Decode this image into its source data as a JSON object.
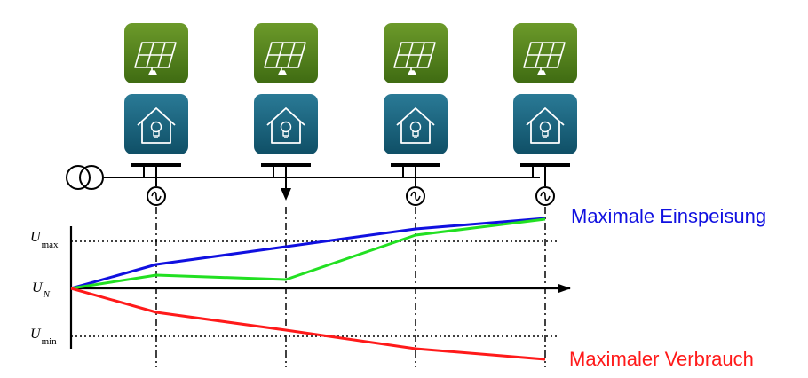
{
  "units": [
    {
      "id": "node-1"
    },
    {
      "id": "node-2"
    },
    {
      "id": "node-3"
    },
    {
      "id": "node-4"
    }
  ],
  "node_symbols": [
    "generator",
    "load",
    "generator",
    "generator"
  ],
  "axis_labels": {
    "u_max": {
      "main": "U",
      "sub": "max"
    },
    "u_n": {
      "main": "U",
      "sub": "N"
    },
    "u_min": {
      "main": "U",
      "sub": "min"
    }
  },
  "series": [
    {
      "name": "Maximale Einspeisung",
      "color": "#1010e0"
    },
    {
      "name": "Maximaler Verbrauch",
      "color": "#ff1a1a"
    },
    {
      "name": "",
      "color": "#22e022"
    }
  ],
  "colors": {
    "pv_tile_top": "#6c9a2a",
    "pv_tile_bottom": "#3f6b12",
    "house_tile_top": "#2a7a96",
    "house_tile_bottom": "#0f4f66"
  },
  "icons": [
    "solar-panel-icon",
    "house-bulb-icon",
    "transformer-icon",
    "generator-icon",
    "load-arrow-icon"
  ]
}
